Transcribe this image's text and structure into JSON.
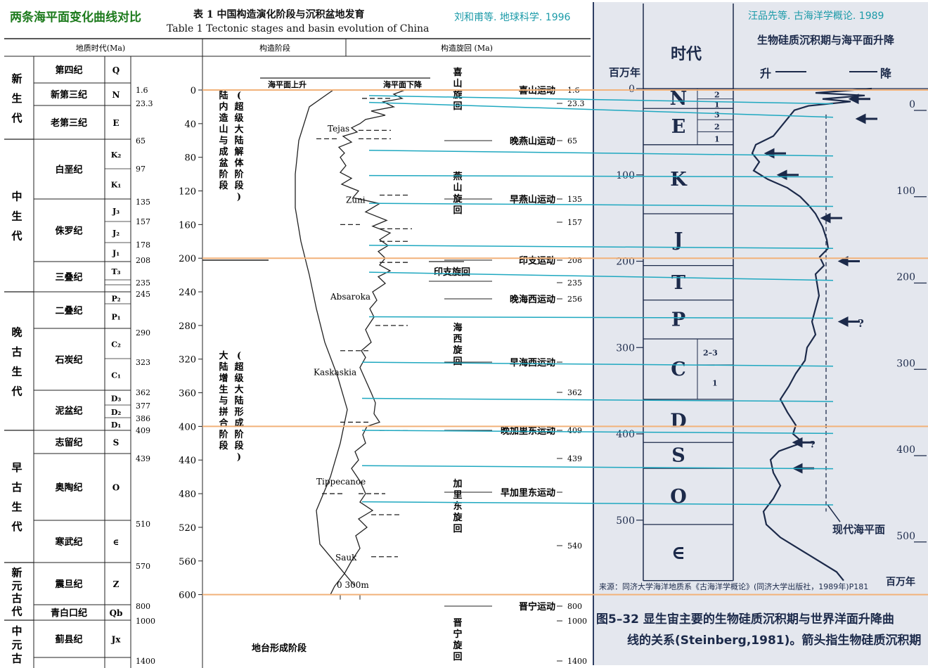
{
  "header": {
    "left_title": "两条海平面变化曲线对比",
    "table_title_cn": "表 1   中国构造演化阶段与沉积盆地发育",
    "table_title_en": "Table 1   Tectonic stages and basin evolution of China",
    "cite_left": "刘和甫等. 地球科学. 1996",
    "cite_right": "汪品先等. 古海洋学概论. 1989"
  },
  "table": {
    "col_headers": [
      "地质时代(Ma)",
      "构造阶段",
      "构造旋回 (Ma)"
    ],
    "eras": [
      {
        "name": "新生代",
        "glyphs": [
          "新",
          "生",
          "代"
        ]
      },
      {
        "name": "中生代",
        "glyphs": [
          "中",
          "生",
          "代"
        ]
      },
      {
        "name": "晚古生代",
        "glyphs": [
          "晚",
          "古",
          "生",
          "代"
        ]
      },
      {
        "name": "早古生代",
        "glyphs": [
          "早",
          "古",
          "生",
          "代"
        ]
      },
      {
        "name": "新元古代",
        "glyphs": [
          "新",
          "元",
          "古",
          "代"
        ]
      },
      {
        "name": "中元古",
        "glyphs": [
          "中",
          "元",
          "古"
        ]
      }
    ],
    "periods": [
      {
        "name": "第四纪",
        "code": "Q"
      },
      {
        "name": "新第三纪",
        "code": "N"
      },
      {
        "name": "老第三纪",
        "code": "E"
      },
      {
        "name": "白垩纪",
        "codes": [
          "K₂",
          "K₁"
        ]
      },
      {
        "name": "侏罗纪",
        "codes": [
          "J₃",
          "J₂",
          "J₁"
        ]
      },
      {
        "name": "三叠纪",
        "codes": [
          "T₃",
          "",
          ""
        ]
      },
      {
        "name": "二叠纪",
        "codes": [
          "P₂",
          "P₁"
        ]
      },
      {
        "name": "石炭纪",
        "codes": [
          "C₂",
          "C₁"
        ]
      },
      {
        "name": "泥盆纪",
        "codes": [
          "D₃",
          "D₂",
          "D₁"
        ]
      },
      {
        "name": "志留纪",
        "code": "S"
      },
      {
        "name": "奥陶纪",
        "code": "O"
      },
      {
        "name": "寒武纪",
        "code": "∈"
      },
      {
        "name": "震旦纪",
        "code": "Z"
      },
      {
        "name": "青白口纪",
        "code": "Qb"
      },
      {
        "name": "蓟县纪",
        "code": "Jx"
      }
    ],
    "boundary_ages": [
      "1.6",
      "23.3",
      "65",
      "97",
      "135",
      "157",
      "178",
      "208",
      "235",
      "245",
      "290",
      "323",
      "362",
      "377",
      "386",
      "409",
      "439",
      "510",
      "570",
      "800",
      "1000",
      "1400"
    ],
    "stages": [
      "(超级大陆解体阶段)陆内造山与成盆阶段",
      "(超级大陆形成阶段)大陆增生与拼合阶段",
      "地台形成阶段"
    ],
    "cycles": [
      "喜山旋回",
      "燕山旋回",
      "印支旋回",
      "海西旋回",
      "加里东旋回",
      "晋宁旋回"
    ],
    "events": [
      {
        "name": "喜山运动",
        "age": "1.6"
      },
      {
        "name": "",
        "age": "23.3"
      },
      {
        "name": "晚燕山运动",
        "age": "65"
      },
      {
        "name": "早燕山运动",
        "age": "135"
      },
      {
        "name": "",
        "age": "157"
      },
      {
        "name": "印支运动",
        "age": "208"
      },
      {
        "name": "",
        "age": "235"
      },
      {
        "name": "晚海西运动",
        "age": "256"
      },
      {
        "name": "早海西运动",
        "age": ""
      },
      {
        "name": "",
        "age": "362"
      },
      {
        "name": "晚加里东运动",
        "age": "409"
      },
      {
        "name": "",
        "age": "439"
      },
      {
        "name": "早加里东运动",
        "age": ""
      },
      {
        "name": "",
        "age": "540"
      },
      {
        "name": "晋宁运动",
        "age": "800"
      },
      {
        "name": "",
        "age": "1000"
      },
      {
        "name": "",
        "age": "1400"
      }
    ]
  },
  "left_chart": {
    "y_ticks": [
      0,
      40,
      80,
      120,
      160,
      200,
      240,
      280,
      320,
      360,
      400,
      440,
      480,
      520,
      560,
      600
    ],
    "label_rise": "海平面上升",
    "label_fall": "海平面下降",
    "scale_label": "0   300m",
    "sequences": [
      "Tejas",
      "Zuni",
      "Absaroka",
      "Kaskaskia",
      "Tippecanoe",
      "Sauk"
    ]
  },
  "right_chart": {
    "col_era_label": "时代",
    "ma_label": "百万年",
    "title": "生物硅质沉积期与海平面升降",
    "rise_label": "升",
    "fall_label": "降",
    "y_ticks": [
      0,
      100,
      200,
      300,
      400,
      500
    ],
    "periods": [
      "N",
      "E",
      "K",
      "J",
      "T",
      "P",
      "C",
      "D",
      "S",
      "O",
      "∈"
    ],
    "sub_labels": [
      "2",
      "1",
      "3",
      "2",
      "1",
      "2–3",
      "1"
    ],
    "modern_sea_label": "现代海平面",
    "bottom_axis_label": "百万年",
    "source_note": "来源：同济大学海洋地质系《古海洋学概论》(同济大学出版社，1989年)P181",
    "caption_line1": "图5–32 显生宙主要的生物硅质沉积期与世界洋面升降曲",
    "caption_line2": "线的关系(Steinberg,1981)。箭头指生物硅质沉积期"
  },
  "colors": {
    "guide_cyan": "#1fa8c0",
    "guide_orange": "#f2b27a",
    "panel_bg": "#e4e7ee",
    "title_green": "#1c7a1c"
  },
  "chart_data": [
    {
      "type": "line",
      "title": "中国构造演化阶段与沉积盆地发育 — 海平面变化曲线",
      "ylabel": "Ma",
      "ylim": [
        0,
        620
      ],
      "x_extremes_note": "海平面上升 ← → 海平面下降",
      "sequences": [
        {
          "name": "Tejas",
          "age_range": [
            0,
            65
          ]
        },
        {
          "name": "Zuni",
          "age_range": [
            65,
            135
          ]
        },
        {
          "name": "Absaroka",
          "age_range": [
            135,
            320
          ]
        },
        {
          "name": "Kaskaskia",
          "age_range": [
            320,
            400
          ]
        },
        {
          "name": "Tippecanoe",
          "age_range": [
            400,
            500
          ]
        },
        {
          "name": "Sauk",
          "age_range": [
            500,
            600
          ]
        }
      ]
    },
    {
      "type": "line",
      "title": "生物硅质沉积期与海平面升降",
      "ylabel": "百万年",
      "ylim": [
        0,
        570
      ],
      "period_boundaries": [
        0,
        23,
        65,
        145,
        205,
        245,
        290,
        360,
        410,
        440,
        505,
        570
      ]
    }
  ],
  "guide_lines": [
    {
      "color": "orange",
      "age": 0
    },
    {
      "color": "orange",
      "age": 200
    },
    {
      "color": "orange",
      "age": 400
    },
    {
      "color": "orange",
      "age": 600
    }
  ]
}
